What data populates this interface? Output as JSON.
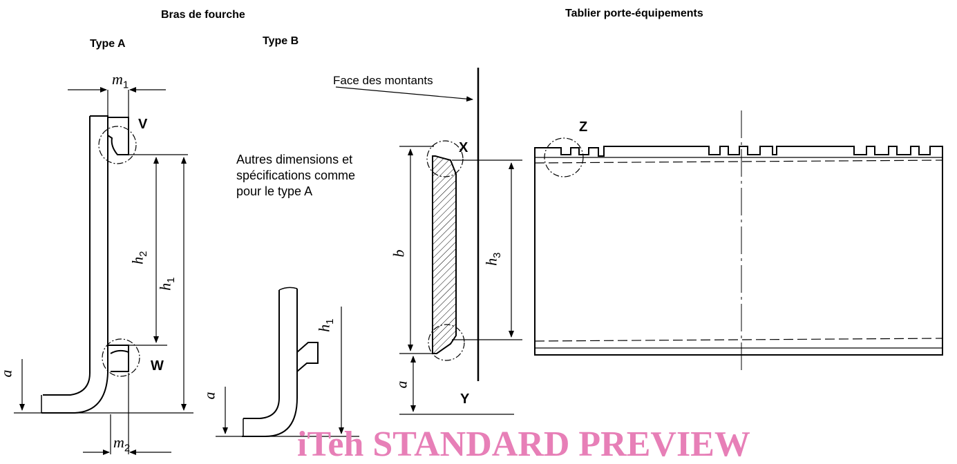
{
  "headings": {
    "fork_arms": "Bras de fourche",
    "type_a": "Type A",
    "type_b": "Type B",
    "carriage": "Tablier porte-équipements"
  },
  "annotations": {
    "upright_face": "Face des montants",
    "other_dims": "Autres dimensions et spécifications comme pour le type A"
  },
  "details": {
    "v": "V",
    "w": "W",
    "x": "X",
    "y": "Y",
    "z": "Z"
  },
  "dimensions": {
    "m1": {
      "base": "m",
      "sub": "1"
    },
    "m2": {
      "base": "m",
      "sub": "2"
    },
    "h1": {
      "base": "h",
      "sub": "1"
    },
    "h2": {
      "base": "h",
      "sub": "2"
    },
    "h3": {
      "base": "h",
      "sub": "3"
    },
    "h1b": {
      "base": "h",
      "sub": "1"
    },
    "a": "a",
    "b": "b"
  },
  "watermark": "iTeh STANDARD PREVIEW"
}
